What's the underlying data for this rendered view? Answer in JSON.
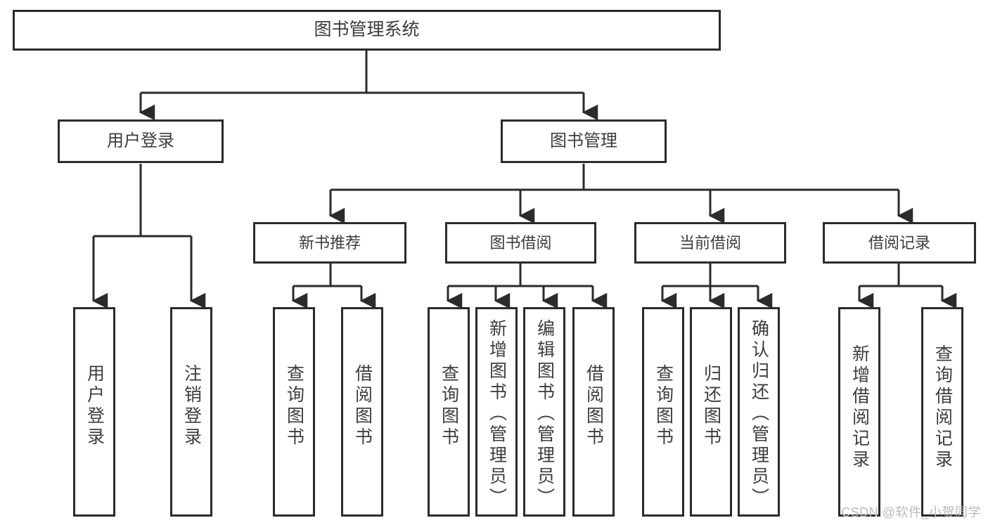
{
  "diagram": {
    "type": "tree",
    "title": "图书管理系统",
    "root": {
      "label": "图书管理系统"
    },
    "level2": [
      {
        "label": "用户登录"
      },
      {
        "label": "图书管理"
      }
    ],
    "level3": [
      {
        "label": "新书推荐"
      },
      {
        "label": "图书借阅"
      },
      {
        "label": "当前借阅"
      },
      {
        "label": "借阅记录"
      }
    ],
    "leaves": {
      "user_login": [
        {
          "label": "用户登录"
        },
        {
          "label": "注销登录"
        }
      ],
      "new_book": [
        {
          "label": "查询图书"
        },
        {
          "label": "借阅图书"
        }
      ],
      "book_borrow": [
        {
          "label": "查询图书"
        },
        {
          "label": "新增图书（管理员）"
        },
        {
          "label": "编辑图书（管理员）"
        },
        {
          "label": "借阅图书"
        }
      ],
      "current_borrow": [
        {
          "label": "查询图书"
        },
        {
          "label": "归还图书"
        },
        {
          "label": "确认归还（管理员）"
        }
      ],
      "borrow_record": [
        {
          "label": "新增借阅记录"
        },
        {
          "label": "查询借阅记录"
        }
      ]
    }
  },
  "watermark": {
    "text": "CSDN @软件_小贺同学"
  },
  "colors": {
    "stroke": "#2b2b2b",
    "text": "#3d3d3d",
    "background": "#ffffff",
    "watermark": "#b9b9b9"
  }
}
